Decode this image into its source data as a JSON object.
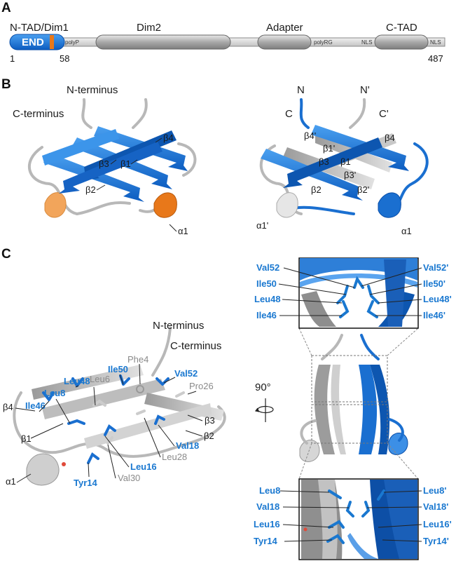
{
  "panels": {
    "a": "A",
    "b": "B",
    "c": "C"
  },
  "panel_a": {
    "region_end_title": "N-TAD/Dim1",
    "end_label": "END",
    "dim2": "Dim2",
    "adapter": "Adapter",
    "ctad": "C-TAD",
    "polyp": "polyP",
    "polyrg": "polyRG",
    "nls1": "NLS",
    "nls2": "NLS",
    "pos_start": "1",
    "pos_58": "58",
    "pos_end": "487"
  },
  "panel_b": {
    "left": {
      "n_terminus": "N-terminus",
      "c_terminus": "C-terminus",
      "b4": "β4",
      "b3": "β3",
      "b1": "β1",
      "b2": "β2",
      "a1": "α1"
    },
    "right": {
      "n": "N",
      "n_prime": "N'",
      "c": "C",
      "c_prime": "C'",
      "b4p": "β4'",
      "b1p": "β1'",
      "b4": "β4",
      "b3": "β3",
      "b1": "β1",
      "b3p": "β3'",
      "b2": "β2",
      "b2p": "β2'",
      "a1p": "α1'",
      "a1": "α1"
    }
  },
  "panel_c": {
    "left": {
      "n_terminus": "N-terminus",
      "c_terminus": "C-terminus",
      "phe4": "Phe4",
      "leu6": "Leu6",
      "ile50": "Ile50",
      "leu48": "Leu48",
      "leu8": "Leu8",
      "ile46": "Ile46",
      "val52": "Val52",
      "pro26": "Pro26",
      "b4": "β4",
      "b3": "β3",
      "b1": "β1",
      "b2": "β2",
      "val18": "Val18",
      "leu28": "Leu28",
      "leu16": "Leu16",
      "val30": "Val30",
      "tyr14": "Tyr14",
      "a1": "α1"
    },
    "rotation": "90°",
    "top_inset": {
      "left": [
        "Val52",
        "Ile50",
        "Leu48",
        "Ile46"
      ],
      "right": [
        "Val52'",
        "Ile50'",
        "Leu48'",
        "Ile46'"
      ]
    },
    "bottom_inset": {
      "left": [
        "Leu8",
        "Val18",
        "Leu16",
        "Tyr14"
      ],
      "right": [
        "Leu8'",
        "Val18'",
        "Leu16'",
        "Tyr14'"
      ]
    }
  },
  "colors": {
    "blue": "#1a6fd0",
    "orange": "#e8781a",
    "grey": "#b5b5b5"
  }
}
